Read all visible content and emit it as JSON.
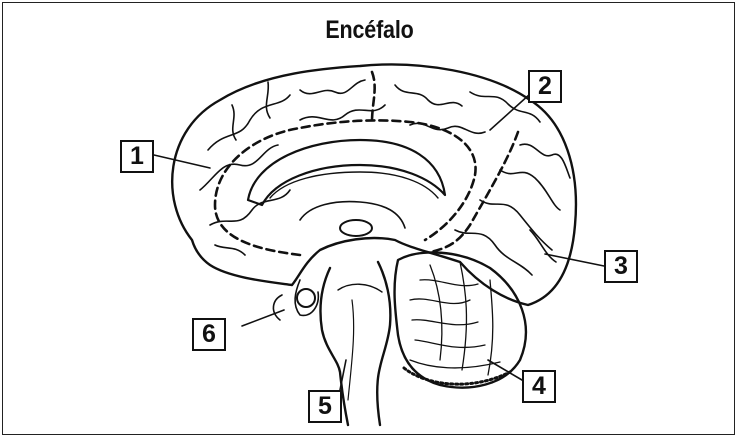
{
  "title": "Encéfalo",
  "labels": [
    "1",
    "2",
    "3",
    "4",
    "5",
    "6"
  ],
  "colors": {
    "ink": "#111111",
    "background": "#ffffff"
  }
}
